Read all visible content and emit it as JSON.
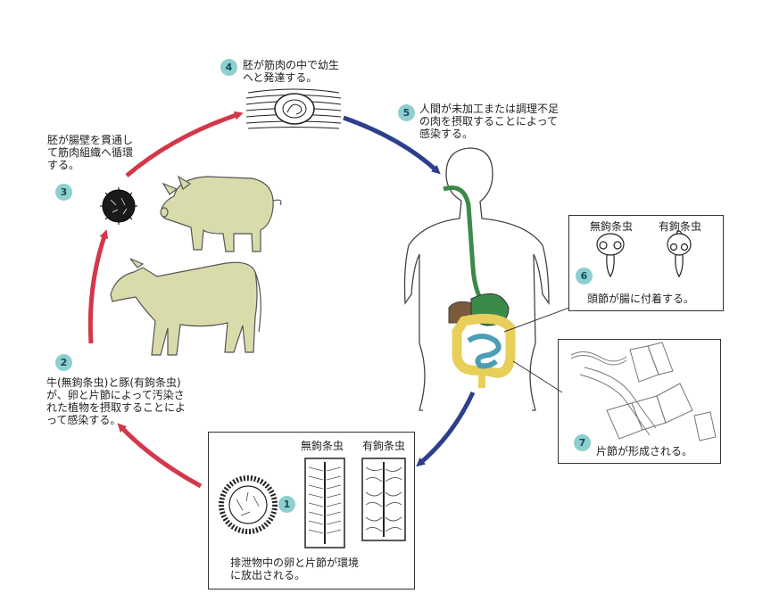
{
  "steps": [
    {
      "num": "1",
      "text": "排泄物中の卵と片節が環境\nに放出される。"
    },
    {
      "num": "2",
      "text": "牛(無鉤条虫)と豚(有鉤条虫)\nが、卵と片節によって汚染さ\nれた植物を摂取することによ\nって感染する。"
    },
    {
      "num": "3",
      "text": "胚が腸壁を貫通し\nて筋肉組織へ循環\nする。"
    },
    {
      "num": "4",
      "text": "胚が筋肉の中で幼生\nへと発達する。"
    },
    {
      "num": "5",
      "text": "人間が未加工または調理不足\nの肉を摂取することによって\n感染する。"
    },
    {
      "num": "6",
      "text": "頭節が腸に付着する。"
    },
    {
      "num": "7",
      "text": "片節が形成される。"
    }
  ],
  "labels": {
    "saginata": "無鉤条虫",
    "solium": "有鉤条虫",
    "saginata2": "無鉤条虫",
    "solium2": "有鉤条虫"
  },
  "colors": {
    "red_arrow": "#d3384a",
    "blue_arrow": "#2d3f8c",
    "badge": "#8ecfcf",
    "animal": "#d9dcaa",
    "gut_green": "#3c8a4a",
    "intestine": "#e7cf5a",
    "colon_blue": "#4d9db5"
  }
}
